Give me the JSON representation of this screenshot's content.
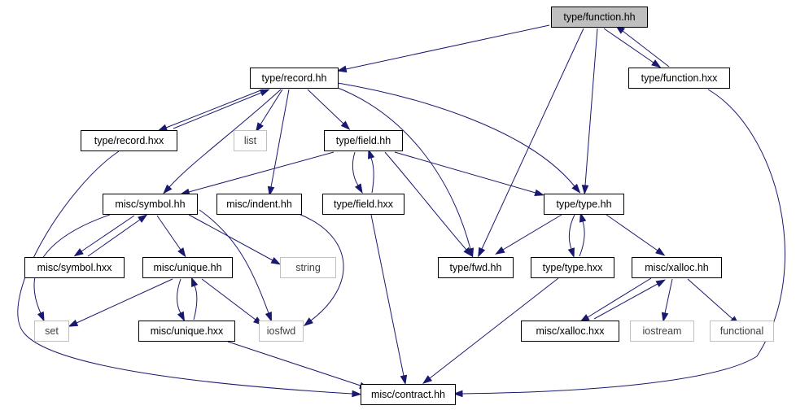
{
  "graph": {
    "title": "",
    "nodes": [
      {
        "id": "function_hh",
        "label": "type/function.hh",
        "style": "highlight"
      },
      {
        "id": "function_hxx",
        "label": "type/function.hxx",
        "style": "normal"
      },
      {
        "id": "record_hh",
        "label": "type/record.hh",
        "style": "normal"
      },
      {
        "id": "record_hxx",
        "label": "type/record.hxx",
        "style": "normal"
      },
      {
        "id": "list",
        "label": "list",
        "style": "external"
      },
      {
        "id": "field_hh",
        "label": "type/field.hh",
        "style": "normal"
      },
      {
        "id": "symbol_hh",
        "label": "misc/symbol.hh",
        "style": "normal"
      },
      {
        "id": "indent_hh",
        "label": "misc/indent.hh",
        "style": "normal"
      },
      {
        "id": "field_hxx",
        "label": "type/field.hxx",
        "style": "normal"
      },
      {
        "id": "type_hh",
        "label": "type/type.hh",
        "style": "normal"
      },
      {
        "id": "symbol_hxx",
        "label": "misc/symbol.hxx",
        "style": "normal"
      },
      {
        "id": "unique_hh",
        "label": "misc/unique.hh",
        "style": "normal"
      },
      {
        "id": "string",
        "label": "string",
        "style": "external"
      },
      {
        "id": "fwd_hh",
        "label": "type/fwd.hh",
        "style": "normal"
      },
      {
        "id": "type_hxx",
        "label": "type/type.hxx",
        "style": "normal"
      },
      {
        "id": "xalloc_hh",
        "label": "misc/xalloc.hh",
        "style": "normal"
      },
      {
        "id": "set",
        "label": "set",
        "style": "external"
      },
      {
        "id": "unique_hxx",
        "label": "misc/unique.hxx",
        "style": "normal"
      },
      {
        "id": "iosfwd",
        "label": "iosfwd",
        "style": "external"
      },
      {
        "id": "xalloc_hxx",
        "label": "misc/xalloc.hxx",
        "style": "normal"
      },
      {
        "id": "iostream",
        "label": "iostream",
        "style": "external"
      },
      {
        "id": "functional",
        "label": "functional",
        "style": "external"
      },
      {
        "id": "contract_hh",
        "label": "misc/contract.hh",
        "style": "normal"
      }
    ],
    "edges": [
      {
        "from": "function_hh",
        "to": "record_hh"
      },
      {
        "from": "function_hh",
        "to": "fwd_hh"
      },
      {
        "from": "function_hh",
        "to": "type_hh"
      },
      {
        "from": "function_hh",
        "to": "function_hxx"
      },
      {
        "from": "function_hxx",
        "to": "function_hh"
      },
      {
        "from": "function_hxx",
        "to": "contract_hh"
      },
      {
        "from": "record_hh",
        "to": "record_hxx"
      },
      {
        "from": "record_hxx",
        "to": "record_hh"
      },
      {
        "from": "record_hh",
        "to": "list"
      },
      {
        "from": "record_hh",
        "to": "field_hh"
      },
      {
        "from": "record_hh",
        "to": "symbol_hh"
      },
      {
        "from": "record_hh",
        "to": "indent_hh"
      },
      {
        "from": "record_hh",
        "to": "fwd_hh"
      },
      {
        "from": "record_hh",
        "to": "type_hh"
      },
      {
        "from": "record_hxx",
        "to": "contract_hh"
      },
      {
        "from": "field_hh",
        "to": "symbol_hh"
      },
      {
        "from": "field_hh",
        "to": "field_hxx"
      },
      {
        "from": "field_hxx",
        "to": "field_hh"
      },
      {
        "from": "field_hh",
        "to": "fwd_hh"
      },
      {
        "from": "field_hh",
        "to": "type_hh"
      },
      {
        "from": "field_hxx",
        "to": "contract_hh"
      },
      {
        "from": "symbol_hh",
        "to": "symbol_hxx"
      },
      {
        "from": "symbol_hxx",
        "to": "symbol_hh"
      },
      {
        "from": "symbol_hh",
        "to": "unique_hh"
      },
      {
        "from": "symbol_hh",
        "to": "string"
      },
      {
        "from": "symbol_hh",
        "to": "set"
      },
      {
        "from": "symbol_hh",
        "to": "iosfwd"
      },
      {
        "from": "indent_hh",
        "to": "iosfwd"
      },
      {
        "from": "type_hh",
        "to": "fwd_hh"
      },
      {
        "from": "type_hh",
        "to": "type_hxx"
      },
      {
        "from": "type_hxx",
        "to": "type_hh"
      },
      {
        "from": "type_hh",
        "to": "xalloc_hh"
      },
      {
        "from": "type_hxx",
        "to": "contract_hh"
      },
      {
        "from": "unique_hh",
        "to": "unique_hxx"
      },
      {
        "from": "unique_hxx",
        "to": "unique_hh"
      },
      {
        "from": "unique_hh",
        "to": "set"
      },
      {
        "from": "unique_hh",
        "to": "iosfwd"
      },
      {
        "from": "unique_hxx",
        "to": "contract_hh"
      },
      {
        "from": "xalloc_hh",
        "to": "xalloc_hxx"
      },
      {
        "from": "xalloc_hxx",
        "to": "xalloc_hh"
      },
      {
        "from": "xalloc_hh",
        "to": "iostream"
      },
      {
        "from": "xalloc_hh",
        "to": "functional"
      }
    ],
    "colors": {
      "edge": "#191970",
      "node_border": "#000000",
      "external_border": "#bfbfbf",
      "external_text": "#404040",
      "highlight_fill": "#bfbfbf",
      "text": "#000000"
    }
  }
}
